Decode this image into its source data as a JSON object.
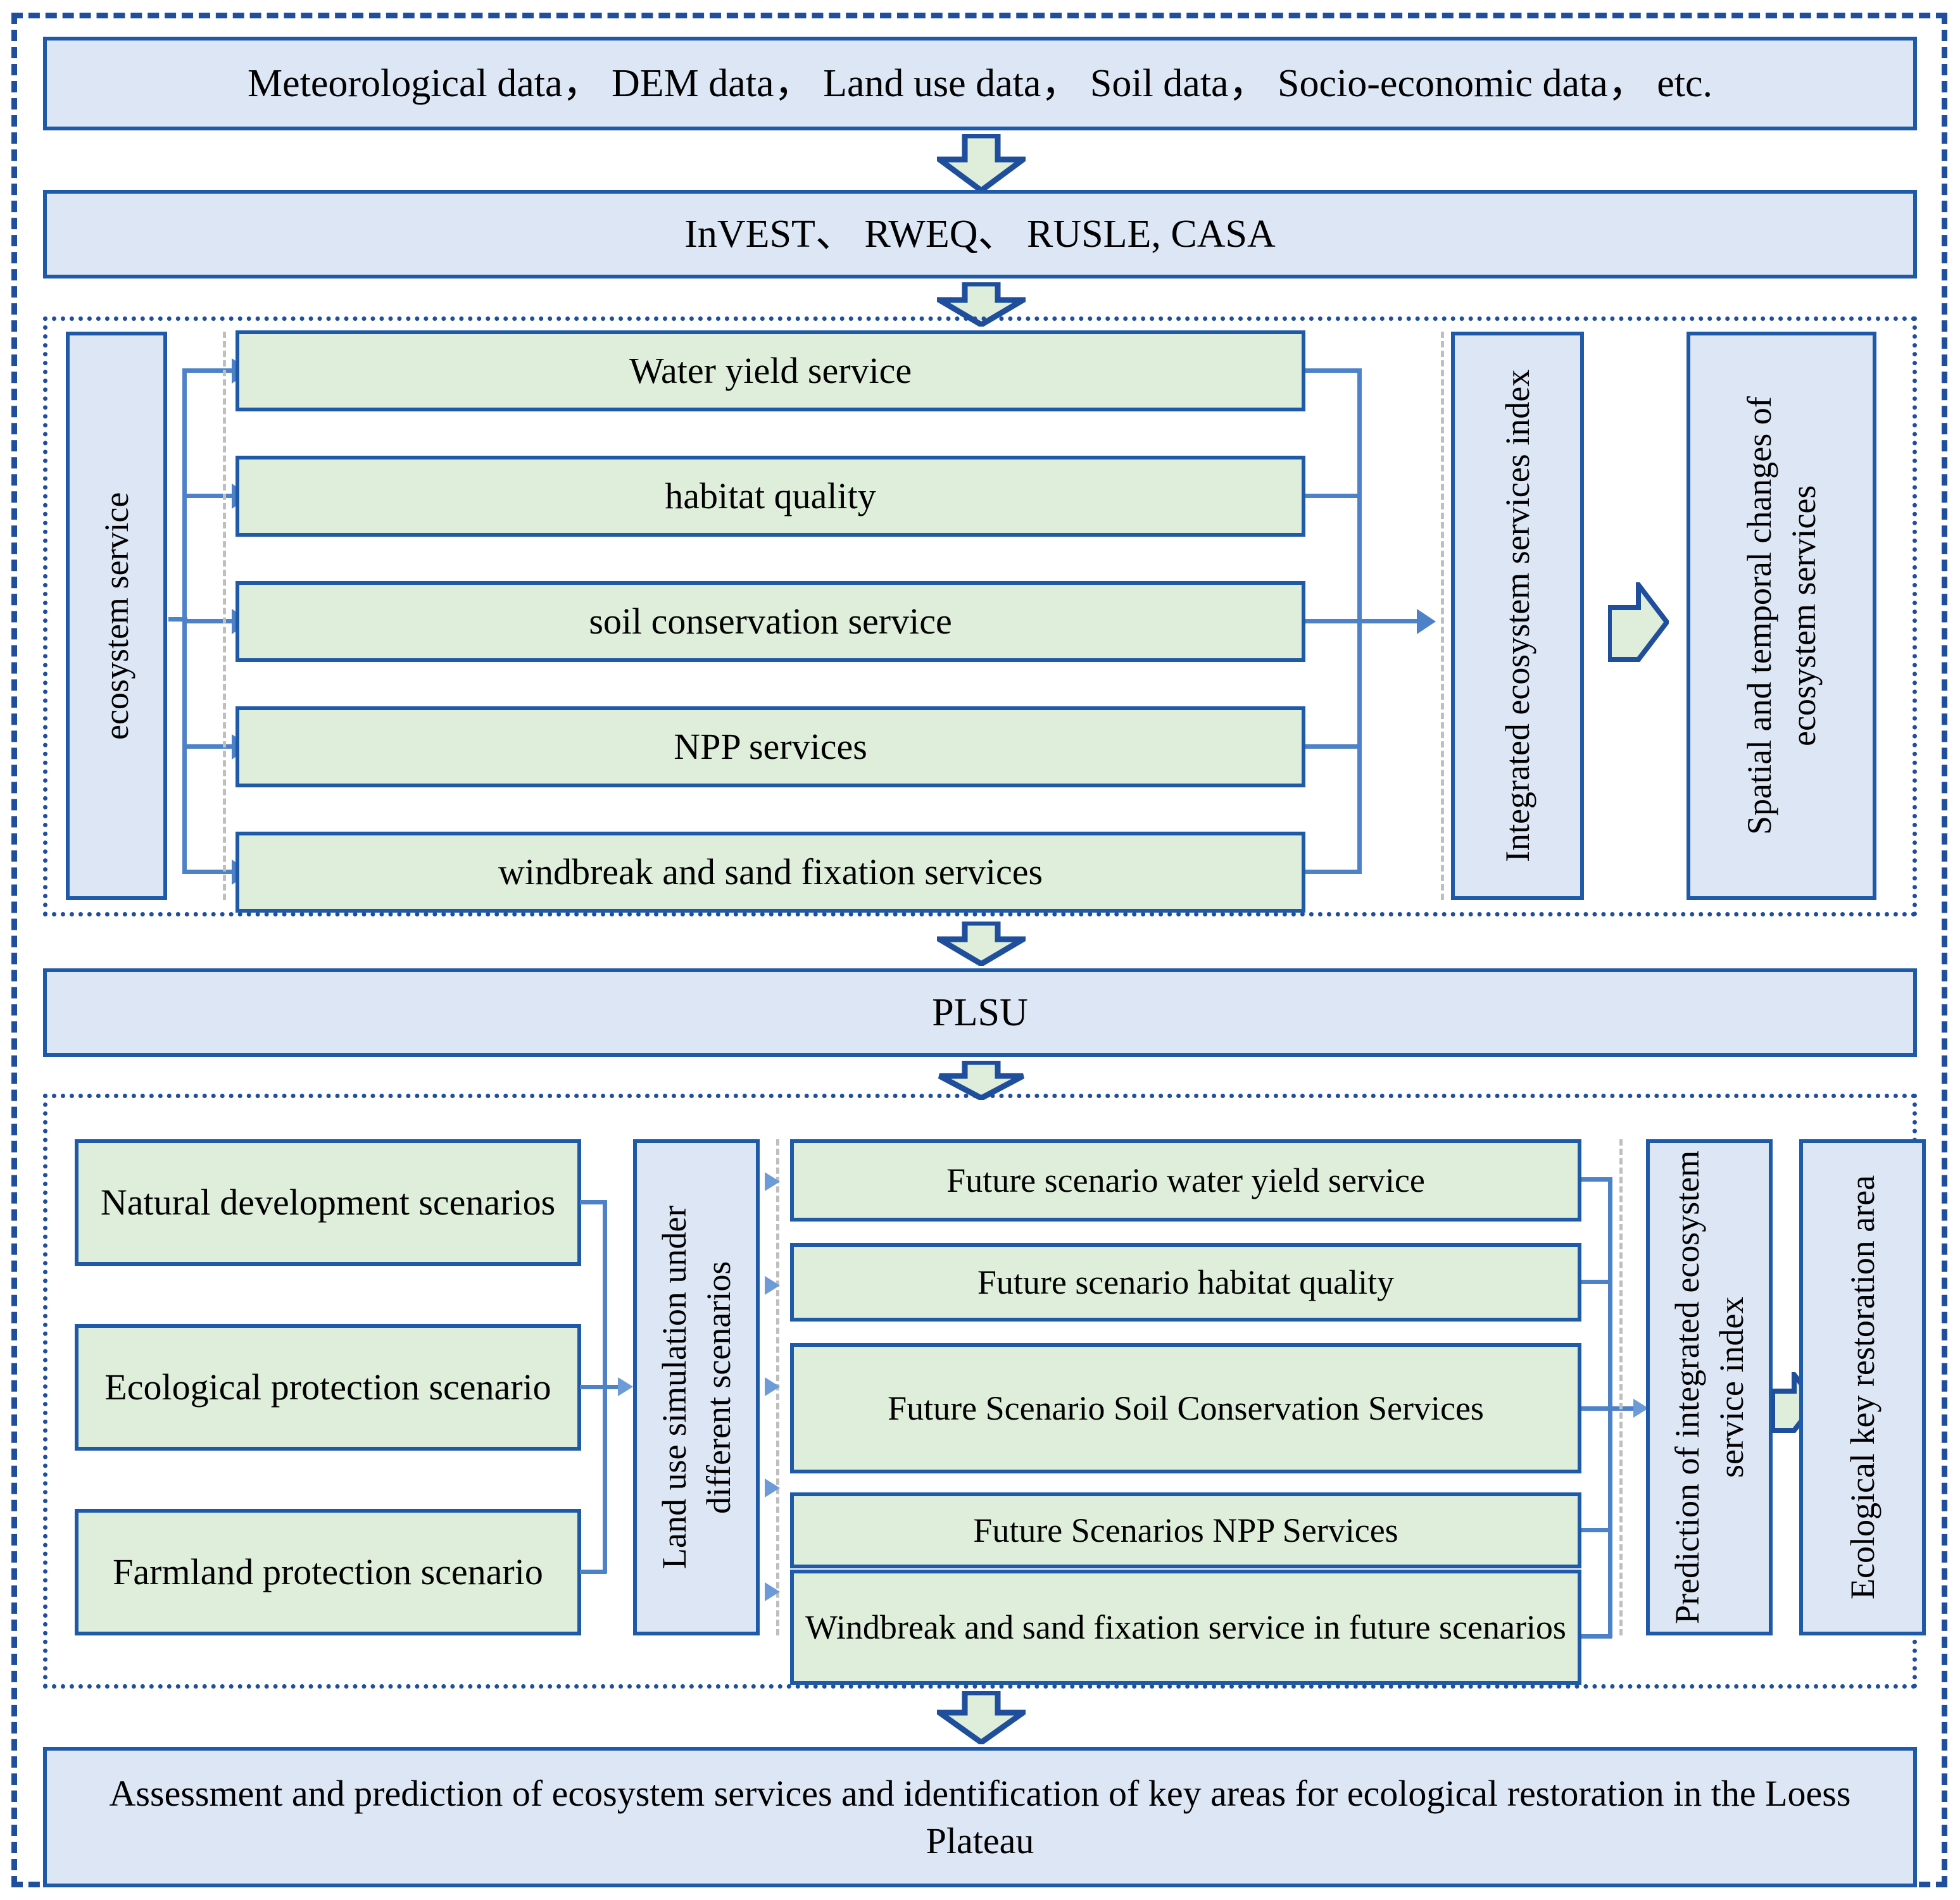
{
  "colors": {
    "blue_fill": "#DCE6F4",
    "green_fill": "#DEEEDA",
    "box_border": "#1F5AA8",
    "frame_border": "#1F4E9C",
    "connector": "#4E82C8",
    "divider": "#BFBFBF"
  },
  "flow": {
    "data_sources": "Meteorological data，  DEM data，  Land use data，  Soil data，  Socio-economic data，  etc.",
    "models": "InVEST、 RWEQ、 RUSLE, CASA",
    "plsu": "PLSU",
    "conclusion_line1": "Assessment and prediction of ecosystem services and identification of key areas for",
    "conclusion_line2": "ecological restoration in the Loess Plateau"
  },
  "section_current": {
    "driver_label": "ecosystem service",
    "services": [
      "Water yield service",
      "habitat quality",
      "soil conservation service",
      "NPP services",
      "windbreak and sand fixation services"
    ],
    "index_label_line1": "Integrated ecosystem",
    "index_label_line2": "services index",
    "outcome_line1": "Spatial and temporal",
    "outcome_line2": "changes of ecosystem",
    "outcome_line3": "services"
  },
  "section_future": {
    "scenarios": [
      {
        "line1": "Natural development",
        "line2": "scenarios"
      },
      {
        "line1": "Ecological protection",
        "line2": "scenario"
      },
      {
        "line1": "Farmland protection",
        "line2": "scenario"
      }
    ],
    "simulation_line1": "Land use simulation",
    "simulation_line2": "under different scenarios",
    "future_services": [
      {
        "line1": "Future scenario water yield service",
        "line2": ""
      },
      {
        "line1": "Future scenario habitat quality",
        "line2": ""
      },
      {
        "line1": "Future Scenario Soil Conservation",
        "line2": "Services"
      },
      {
        "line1": "Future Scenarios NPP Services",
        "line2": ""
      },
      {
        "line1": "Windbreak and sand fixation service",
        "line2": "in future scenarios"
      }
    ],
    "prediction_line1": "Prediction of integrated",
    "prediction_line2": "ecosystem service index",
    "key_area_line1": "Ecological key",
    "key_area_line2": "restoration area"
  },
  "icons": {
    "down_block_arrow": "down-block-arrow-icon",
    "right_block_arrow": "right-block-arrow-icon",
    "right_line_arrow": "right-line-arrow-icon"
  }
}
